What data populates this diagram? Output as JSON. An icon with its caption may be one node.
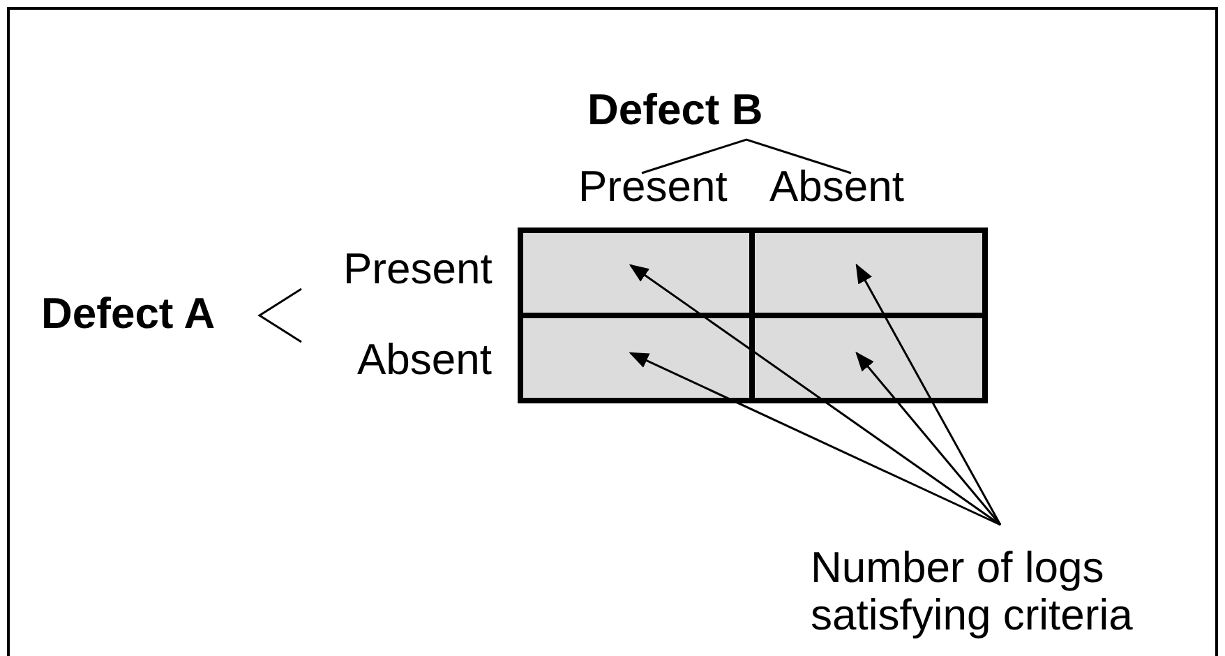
{
  "diagram": {
    "nodes": [
      {
        "text": [],
        "shape": "box"
      },
      {
        "text": [],
        "shape": "box"
      },
      {
        "text": [],
        "shape": "box"
      },
      {
        "text": [],
        "shape": "box"
      },
      {
        "text": [
          "Number of logs satisfying criteria"
        ]
      }
    ],
    "edges": [
      {
        "from": 4,
        "to": 0,
        "arrow": "to"
      },
      {
        "from": 4,
        "to": 1,
        "arrow": "to"
      },
      {
        "from": 4,
        "to": 2,
        "arrow": "to"
      },
      {
        "from": 4,
        "to": 3,
        "arrow": "to"
      }
    ],
    "labels": [
      "Defect B",
      "Present",
      "Absent",
      "Defect A",
      "Present",
      "Absent"
    ]
  }
}
